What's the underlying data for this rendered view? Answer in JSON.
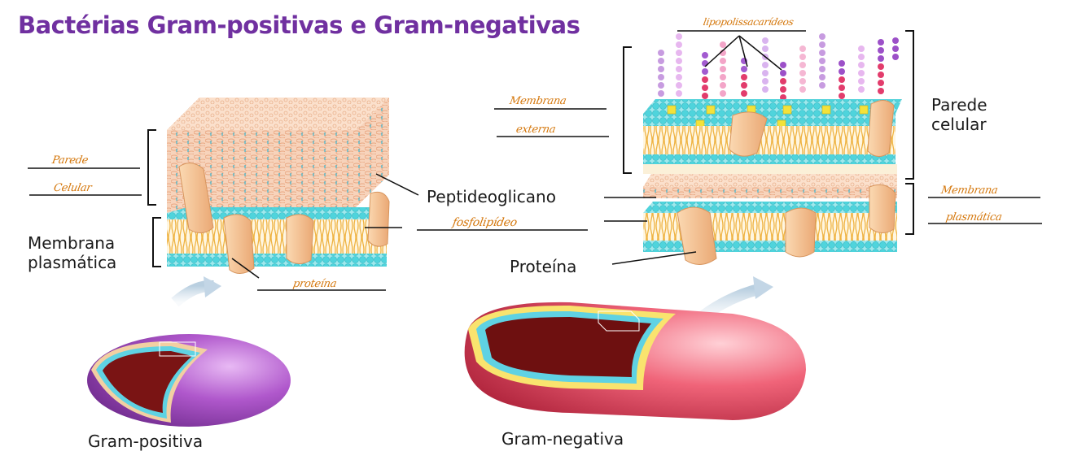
{
  "title": "Bactérias Gram-positivas e Gram-negativas",
  "labels": {
    "membrane_gp": "Membrana\nplasmática",
    "peptidoglycan": "Peptideoglicano",
    "protein": "Proteína",
    "wall": "Parede\ncelular",
    "gram_positive": "Gram-positiva",
    "gram_negative": "Gram-negativa"
  },
  "handwritten": {
    "gp_wall_1": "Parede",
    "gp_wall_2": "Celular",
    "gp_phospholipid": "fosfolipídeo",
    "gp_protein": "proteína",
    "gn_top": "lipopolissacarídeos",
    "gn_outer_1": "Membrana",
    "gn_outer_2": "externa",
    "gn_right_1": "Membrana",
    "gn_right_2": "plasmática"
  },
  "colors": {
    "title": "#7030a0",
    "handwriting": "#d4760a",
    "peptidoglycan": "#f4c6a8",
    "membrane_head": "#4fd4dc",
    "lipid_tail": "#f0b948",
    "protein": "#f6c89a",
    "gp_cell": "#9a3fb5",
    "gn_cell": "#e64a62"
  }
}
